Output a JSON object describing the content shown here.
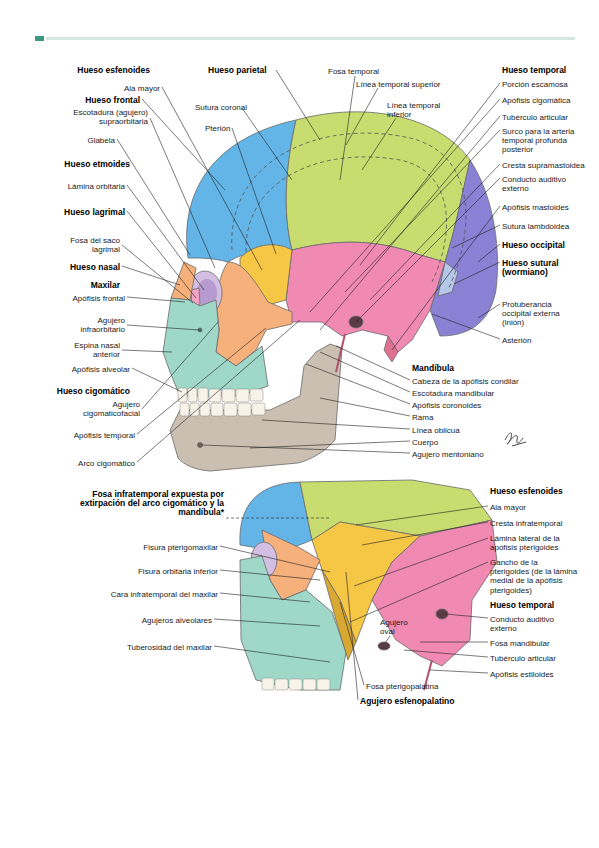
{
  "diagram": {
    "labels": [
      "Hueso esfenoides",
      "Ala mayor",
      "Hueso frontal",
      "Escotadura (agujero) supraorbitaria",
      "Glabela",
      "Hueso etmoides",
      "Lámina orbitaria",
      "Hueso lagrimal",
      "Fosa del saco lagrimal",
      "Hueso nasal",
      "Maxilar",
      "Apófisis frontal",
      "Agujero infraorbitario",
      "Espina nasal anterior",
      "Apófisis alveolar",
      "Hueso cigomático",
      "Agujero cigomaticofacial",
      "Apófisis temporal",
      "Arco cigomático",
      "Hueso parietal",
      "Sutura coronal",
      "Pterión",
      "Fosa temporal",
      "Línea temporal superior",
      "Línea temporal inferior",
      "Hueso temporal",
      "Porción escamosa",
      "Apófisis cigomática",
      "Tubérculo articular",
      "Surco para la arteria temporal profunda posterior",
      "Cresta supramastoidea",
      "Conducto auditivo externo",
      "Apófisis mastoides",
      "Sutura lambdoidea",
      "Hueso occipital",
      "Hueso sutural (wormiano)",
      "Protuberancia occipital externa (inión)",
      "Asterión",
      "Mandíbula",
      "Cabeza de la apófisis condilar",
      "Escotadura mandibular",
      "Apófisis coronoides",
      "Rama",
      "Línea oblicua",
      "Cuerpo",
      "Agujero mentoniano",
      "Fosa infratemporal expuesta por extirpación del arco cigomático y la mandíbula*",
      "Fisura pterigomaxilar",
      "Fisura orbitaria inferior",
      "Cara infratemporal del maxilar",
      "Agujeros alveolares",
      "Tuberosidad del maxilar",
      "Agujero oval",
      "Fosa pterigopalatina",
      "Agujero esfenopalatino",
      "Hueso esfenoides",
      "Ala mayor",
      "Cresta infratemporal",
      "Lámina lateral de la apófisis pterigoides",
      "Gancho de la pterigoides (de la lámina medial de la apófisis pterigoides)",
      "Hueso temporal",
      "Conducto auditivo externo",
      "Fosa mandibular",
      "Tubérculo articular",
      "Apófisis estiloides"
    ]
  }
}
